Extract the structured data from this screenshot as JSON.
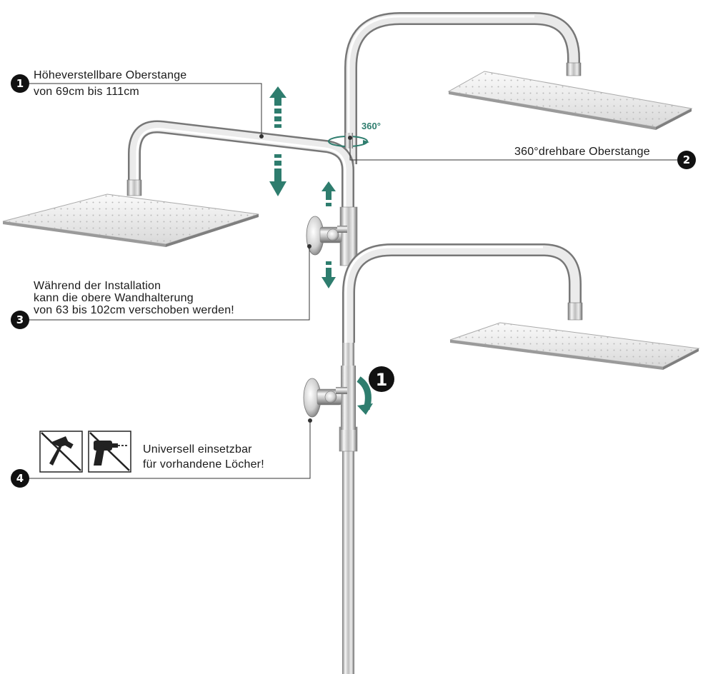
{
  "callouts": [
    {
      "number": "1",
      "lines": [
        "Höheverstellbare Oberstange",
        "von 69cm bis 111cm"
      ]
    },
    {
      "number": "2",
      "lines": [
        "360°drehbare Oberstange"
      ]
    },
    {
      "number": "3",
      "lines": [
        "Während der Installation",
        "kann die obere Wandhalterung",
        "von 63 bis 102cm verschoben werden!"
      ]
    },
    {
      "number": "4",
      "lines": [
        "Universell einsetzbar",
        "für vorhandene Löcher!"
      ]
    }
  ],
  "rotation_label": "360°",
  "bracket_badge": "1",
  "icons": [
    "no-hammer-icon",
    "no-drill-icon"
  ],
  "colors": {
    "accent": "#2e7d6e",
    "badge": "#111111",
    "chrome_light": "#f4f4f4",
    "chrome_dark": "#8a8a8a"
  }
}
